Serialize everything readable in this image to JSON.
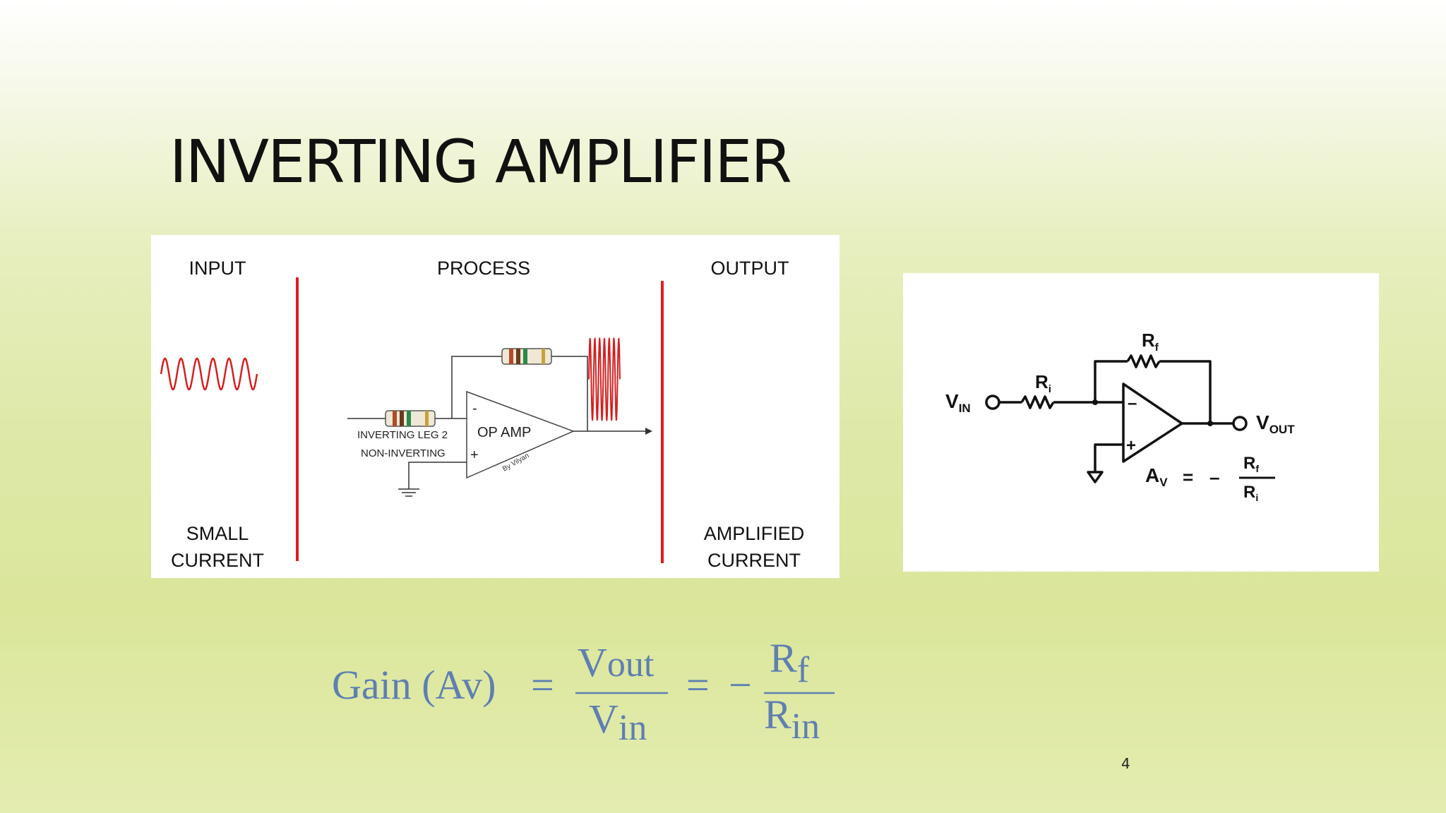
{
  "slide": {
    "title": "INVERTING AMPLIFIER",
    "number": "4"
  },
  "left_diagram": {
    "input_label": "INPUT",
    "process_label": "PROCESS",
    "output_label": "OUTPUT",
    "input_caption_line1": "SMALL",
    "input_caption_line2": "CURRENT",
    "output_caption_line1": "AMPLIFIED",
    "output_caption_line2": "CURRENT",
    "opamp_label": "OP AMP",
    "minus_sign": "-",
    "plus_sign": "+",
    "inverting_label": "INVERTING LEG 2",
    "noninverting_label": "NON-INVERTING",
    "signature": "By Vilyan",
    "divider_color": "#e01b24",
    "wave_color": "#d42020"
  },
  "right_schematic": {
    "vin_main": "V",
    "vin_sub": "IN",
    "vout_main": "V",
    "vout_sub": "OUT",
    "ri_main": "R",
    "ri_sub": "i",
    "rf_main": "R",
    "rf_sub": "f",
    "minus_sign": "–",
    "plus_sign": "+",
    "av_main": "A",
    "av_sub": "V",
    "equals": "=",
    "neg": "–",
    "frac_num_main": "R",
    "frac_num_sub": "f",
    "frac_den_main": "R",
    "frac_den_sub": "i"
  },
  "formula": {
    "lhs": "Gain (Av)",
    "equals1": "=",
    "num1_main": "V",
    "num1_sub": "out",
    "den1_main": "V",
    "den1_sub": "in",
    "equals2": "=",
    "minus": "−",
    "num2_main": "R",
    "num2_sub": "f",
    "den2_main": "R",
    "den2_sub": "in",
    "color": "#5f7fb1"
  }
}
